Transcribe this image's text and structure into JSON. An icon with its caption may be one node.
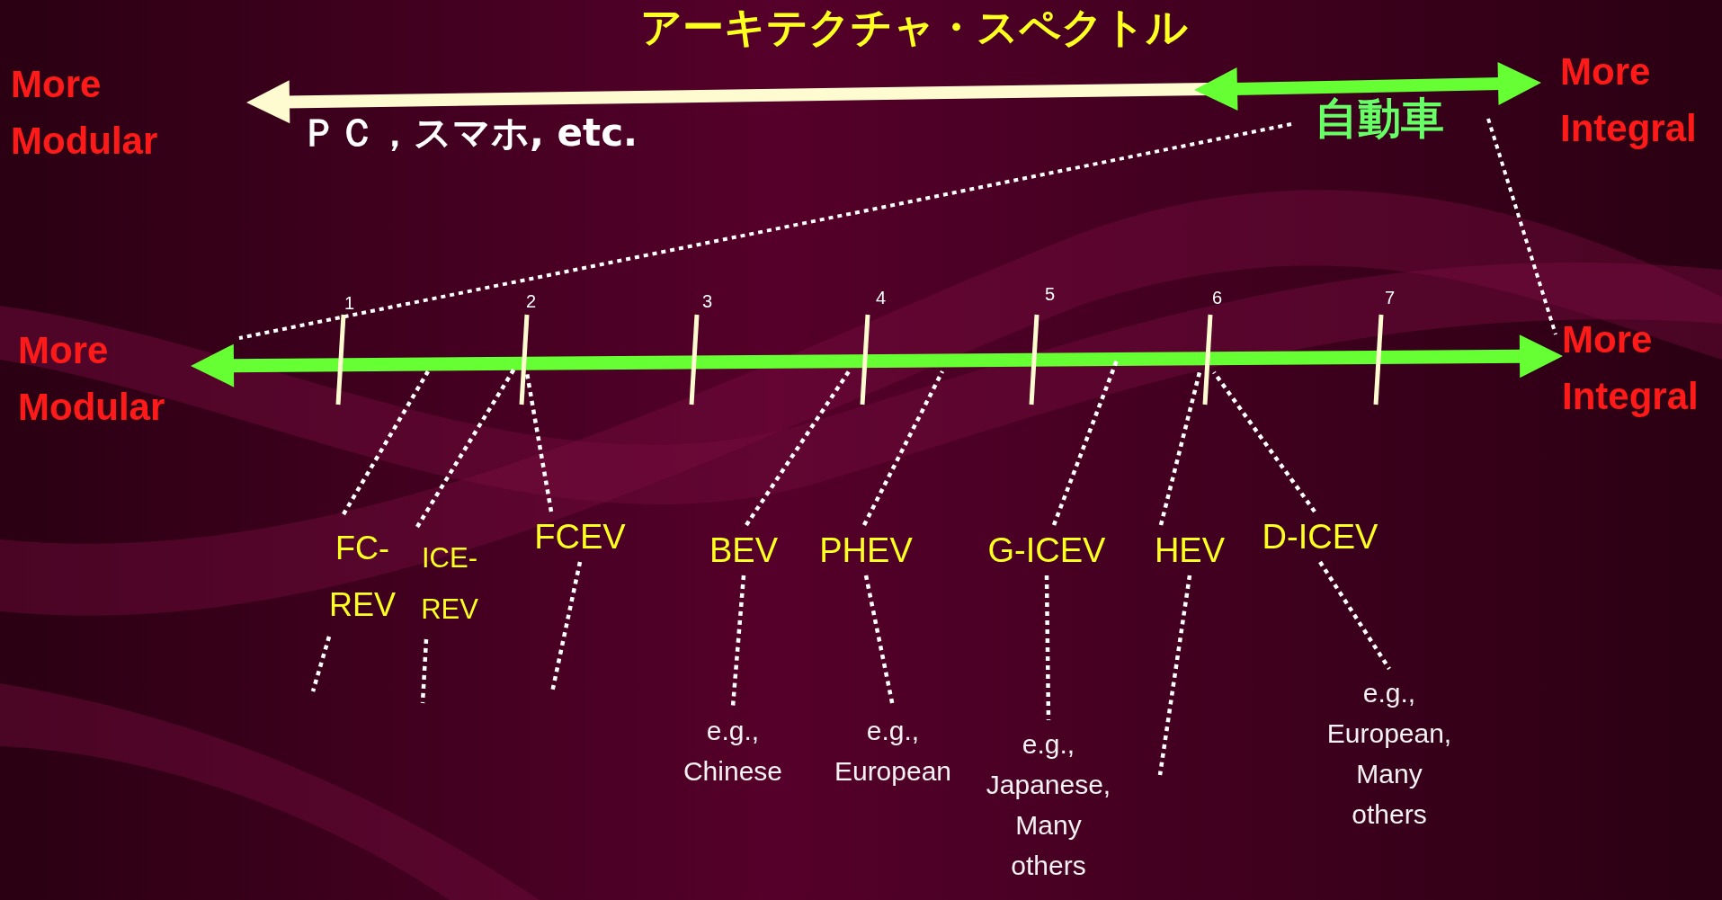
{
  "diagram": {
    "title": "アーキテクチャ・スペクトル",
    "nodes": [
      {
        "text": [
          "FC-REV"
        ]
      },
      {
        "text": [
          "ICE-REV"
        ]
      },
      {
        "text": [
          "FCEV"
        ]
      },
      {
        "text": [
          "BEV"
        ]
      },
      {
        "text": [
          "PHEV"
        ]
      },
      {
        "text": [
          "G-ICEV"
        ]
      },
      {
        "text": [
          "HEV"
        ]
      },
      {
        "text": [
          "D-ICEV"
        ]
      },
      {
        "text": [
          "e.g., Chinese"
        ]
      },
      {
        "text": [
          "e.g., European"
        ]
      },
      {
        "text": [
          "e.g., Japanese, Many others"
        ]
      },
      {
        "text": [
          "e.g., European, Many others"
        ]
      }
    ],
    "edges": [
      {
        "from": 0,
        "to": null,
        "arrow": "none"
      },
      {
        "from": 1,
        "to": null,
        "arrow": "none"
      },
      {
        "from": 2,
        "to": null,
        "arrow": "none"
      },
      {
        "from": 3,
        "to": null,
        "arrow": "none"
      },
      {
        "from": 4,
        "to": null,
        "arrow": "none"
      },
      {
        "from": 5,
        "to": null,
        "arrow": "none"
      },
      {
        "from": 6,
        "to": null,
        "arrow": "none"
      },
      {
        "from": 7,
        "to": null,
        "arrow": "none"
      },
      {
        "from": 0,
        "to": null,
        "arrow": "none"
      },
      {
        "from": 1,
        "to": null,
        "arrow": "none"
      },
      {
        "from": 2,
        "to": null,
        "arrow": "none"
      },
      {
        "from": 3,
        "to": 8,
        "arrow": "none"
      },
      {
        "from": 4,
        "to": 9,
        "arrow": "none"
      },
      {
        "from": 5,
        "to": 10,
        "arrow": "none"
      },
      {
        "from": 6,
        "to": null,
        "arrow": "none"
      },
      {
        "from": 7,
        "to": 11,
        "arrow": "none"
      }
    ],
    "labels": [
      "More Modular",
      "More Integral",
      "ＰＣ，スマホ, etc.",
      "自動車",
      "1",
      "2",
      "3",
      "4",
      "5",
      "6",
      "7",
      "More Modular",
      "More Integral"
    ]
  }
}
